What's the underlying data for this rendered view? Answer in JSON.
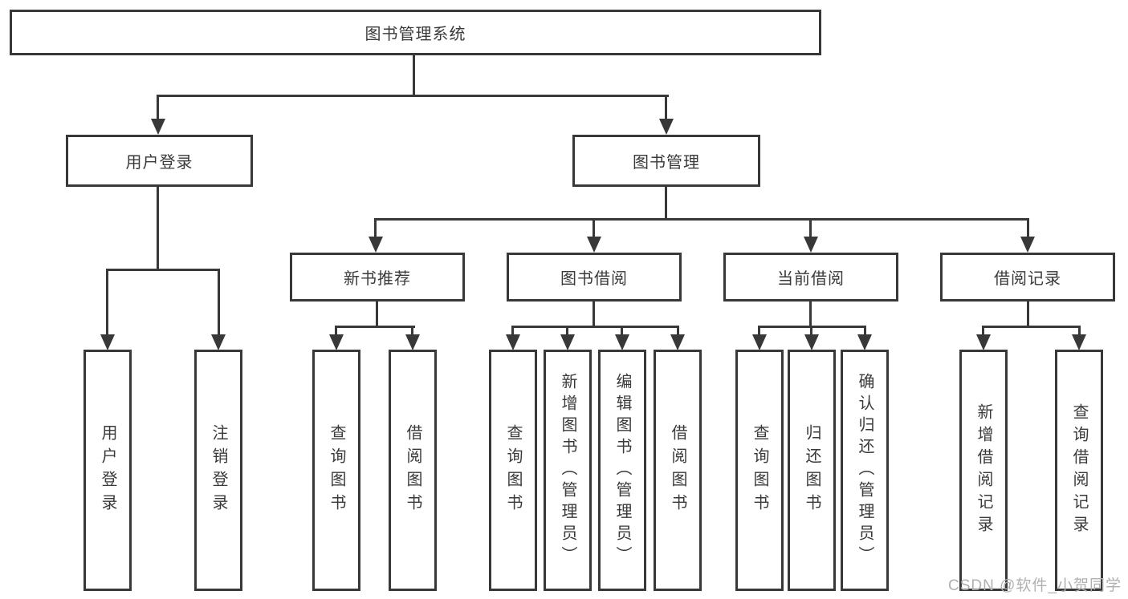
{
  "diagram": {
    "type": "hierarchy-tree",
    "orientation": "top-down",
    "colors": {
      "line": "#383838",
      "text": "#3a3a3a",
      "background": "#ffffff",
      "watermark": "#b0b0b0"
    }
  },
  "tree": {
    "label": "图书管理系统",
    "children": [
      {
        "label": "用户登录",
        "children": [
          {
            "label": "用户登录"
          },
          {
            "label": "注销登录"
          }
        ]
      },
      {
        "label": "图书管理",
        "children": [
          {
            "label": "新书推荐",
            "children": [
              {
                "label": "查询图书"
              },
              {
                "label": "借阅图书"
              }
            ]
          },
          {
            "label": "图书借阅",
            "children": [
              {
                "label": "查询图书"
              },
              {
                "label": "新增图书（管理员）"
              },
              {
                "label": "编辑图书（管理员）"
              },
              {
                "label": "借阅图书"
              }
            ]
          },
          {
            "label": "当前借阅",
            "children": [
              {
                "label": "查询图书"
              },
              {
                "label": "归还图书"
              },
              {
                "label": "确认归还（管理员）"
              }
            ]
          },
          {
            "label": "借阅记录",
            "children": [
              {
                "label": "新增借阅记录"
              },
              {
                "label": "查询借阅记录"
              }
            ]
          }
        ]
      }
    ]
  },
  "watermark": {
    "text": "CSDN @软件_小贺同学"
  }
}
